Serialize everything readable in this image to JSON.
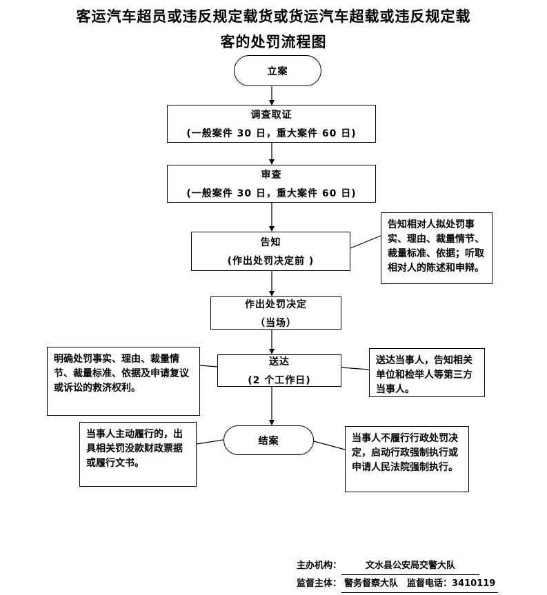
{
  "title": {
    "line1": "客运汽车超员或违反规定载货或货运汽车超载或违反规定载",
    "line2": "客的处罚流程图"
  },
  "flow": {
    "start": {
      "label": "立案"
    },
    "investigate": {
      "title": "调查取证",
      "subtitle": "(一般案件 30 日，重大案件 60 日)"
    },
    "review": {
      "title": "审查",
      "subtitle": "(一般案件 30 日，重大案件 60 日)"
    },
    "notify": {
      "title": "告知",
      "subtitle": "(作出处罚决定前 )"
    },
    "decide": {
      "title": "作出处罚决定",
      "subtitle": "（当场）"
    },
    "deliver": {
      "title": "送达",
      "subtitle": "(2 个工作日)"
    },
    "close": {
      "label": "结案"
    }
  },
  "annotations": {
    "notify_right": "告知相对人拟处罚事实、理由、裁量情节、裁量标准、依据；听取相对人的陈述和申辩。",
    "deliver_left": "明确处罚事实、理由、裁量情节、裁量标准、依据及申请复议或诉讼的救济权利。",
    "deliver_right": "送达当事人，告知相关单位和检举人等第三方当事人。",
    "close_left": "当事人主动履行的，出具相关罚没款财政票据或履行文书。",
    "close_right": "当事人不履行行政处罚决定，启动行政强制执行或申请人民法院强制执行。"
  },
  "footer": {
    "organizer_label": "主办机构：",
    "organizer_value": "文水县公安局交警大队",
    "supervisor_label": "监督主体：",
    "supervisor_value": "警务督察大队　监督电话：3410119"
  },
  "colors": {
    "background": "#ffffff",
    "border": "#000000",
    "line": "#000000",
    "text": "#000000"
  }
}
